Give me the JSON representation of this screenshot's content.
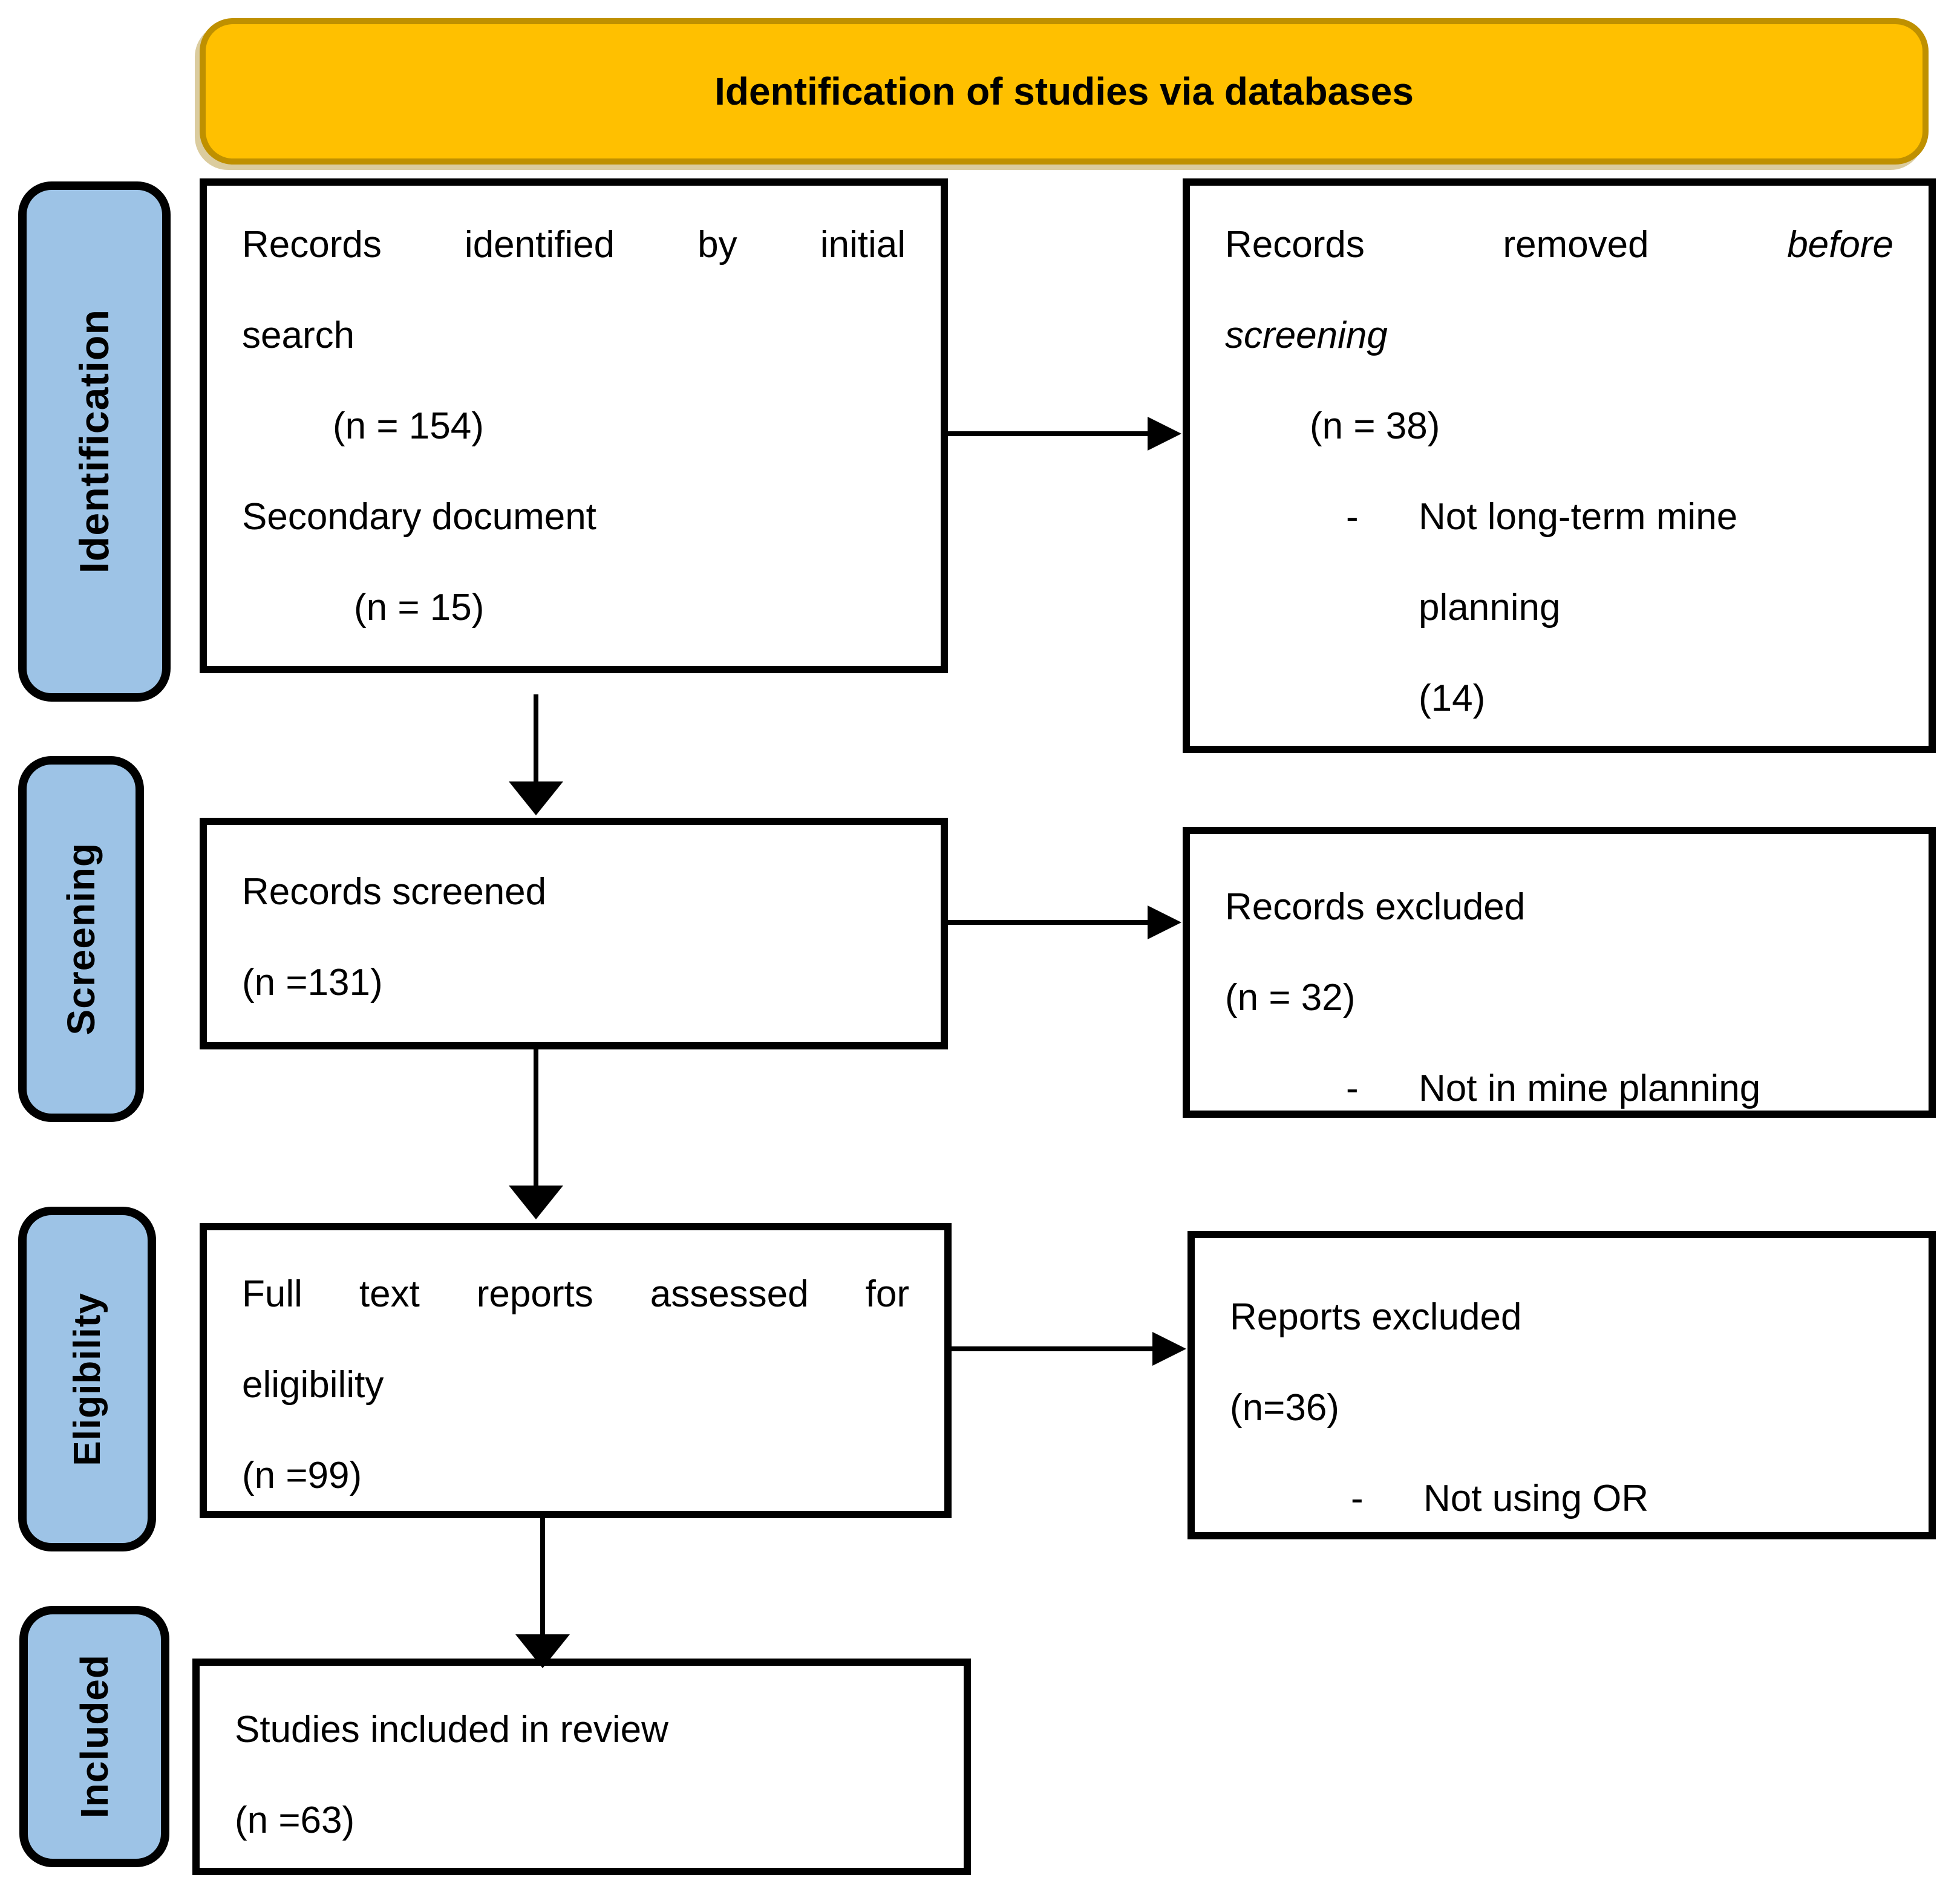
{
  "header": {
    "title": "Identification of studies via databases"
  },
  "colors": {
    "banner_fill": "#FFC000",
    "banner_border": "#BF9000",
    "stage_fill": "#9DC3E6",
    "stage_border": "#000000",
    "box_border": "#000000",
    "arrow": "#000000"
  },
  "sidebar": {
    "stages": [
      {
        "label": "Identification"
      },
      {
        "label": "Screening"
      },
      {
        "label": "Eligibility"
      },
      {
        "label": "Included"
      }
    ]
  },
  "flow": {
    "identified": {
      "line1_words": [
        "Records",
        "identified",
        "by",
        "initial"
      ],
      "line2": "search",
      "n1": "(n = 154)",
      "line3": "Secondary document",
      "n2": "(n = 15)"
    },
    "removed": {
      "line1_words": [
        "Records",
        "removed",
        "before"
      ],
      "line2": "screening",
      "n": "(n = 38)",
      "bullet_dash": "-",
      "bullet_line1": "Not long-term mine",
      "bullet_line2": "planning",
      "bullet_line3": "(14)"
    },
    "screened": {
      "line1": "Records screened",
      "n": "(n =131)"
    },
    "excluded_records": {
      "line1": "Records excluded",
      "n": "(n = 32)",
      "bullet_dash": "-",
      "bullet": "Not in mine planning"
    },
    "full_text": {
      "line1_words": [
        "Full",
        "text",
        "reports",
        "assessed",
        "for"
      ],
      "line2": "eligibility",
      "n": "(n =99)"
    },
    "excluded_reports": {
      "line1": "Reports excluded",
      "n": "(n=36)",
      "bullet_dash": "-",
      "bullet": "Not using OR"
    },
    "included": {
      "line1": "Studies included in review",
      "n": "(n =63)"
    }
  }
}
